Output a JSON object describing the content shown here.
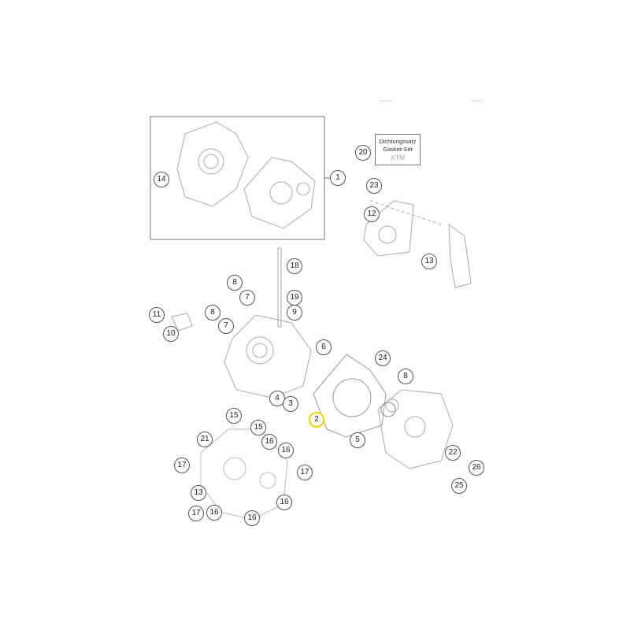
{
  "diagram": {
    "title": "Crankcase exploded parts diagram",
    "gasket_kit": {
      "line1": "Dichtungssatz",
      "line2": "Gasket-Set",
      "logo": "KTM"
    },
    "highlighted_callout": "2",
    "highlight_color": "#f2d200",
    "callouts": [
      "14",
      "1",
      "20",
      "23",
      "12",
      "13",
      "18",
      "8",
      "7",
      "19",
      "9",
      "11",
      "8",
      "7",
      "10",
      "6",
      "24",
      "8",
      "4",
      "3",
      "2",
      "15",
      "15",
      "16",
      "21",
      "16",
      "5",
      "22",
      "17",
      "17",
      "26",
      "13",
      "16",
      "25",
      "17",
      "16",
      "16"
    ]
  }
}
